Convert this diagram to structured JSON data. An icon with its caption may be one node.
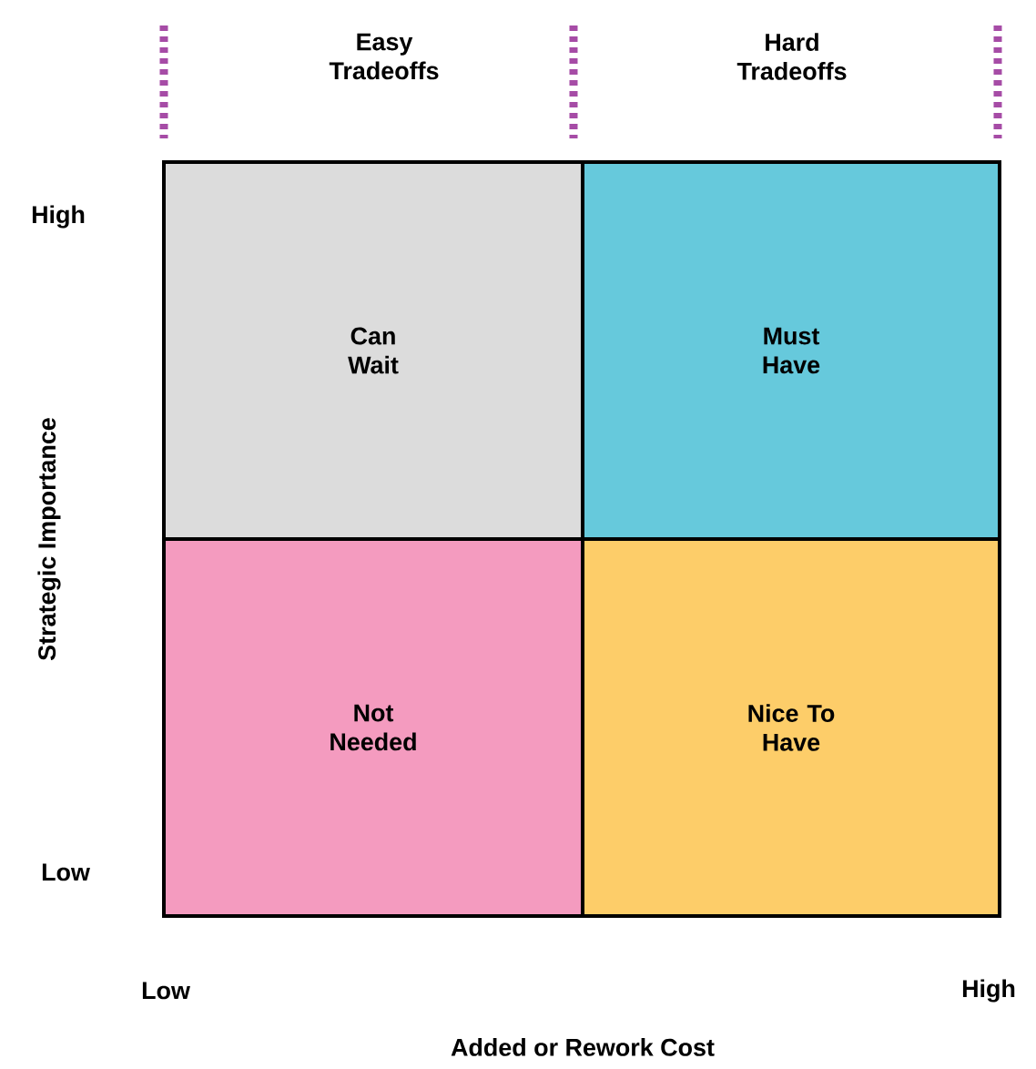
{
  "diagram": {
    "nodes": [
      {
        "text": [
          "Can Wait"
        ]
      },
      {
        "text": [
          "Must Have"
        ]
      },
      {
        "text": [
          "Not Needed"
        ]
      },
      {
        "text": [
          "Nice To Have"
        ]
      }
    ],
    "labels": [
      "Easy Tradeoffs",
      "Hard Tradeoffs",
      "High",
      "Strategic Importance",
      "Low",
      "Low",
      "High",
      "Added or Rework Cost"
    ]
  }
}
